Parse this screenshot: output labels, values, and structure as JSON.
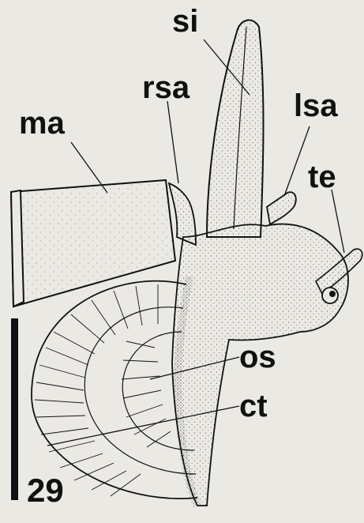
{
  "labels": {
    "si": "si",
    "ma": "ma",
    "rsa": "rsa",
    "lsa": "lsa",
    "te": "te",
    "os": "os",
    "ct": "ct"
  },
  "figure_number": "29",
  "colors": {
    "background": "#ebe9e3",
    "ink": "#111111"
  }
}
